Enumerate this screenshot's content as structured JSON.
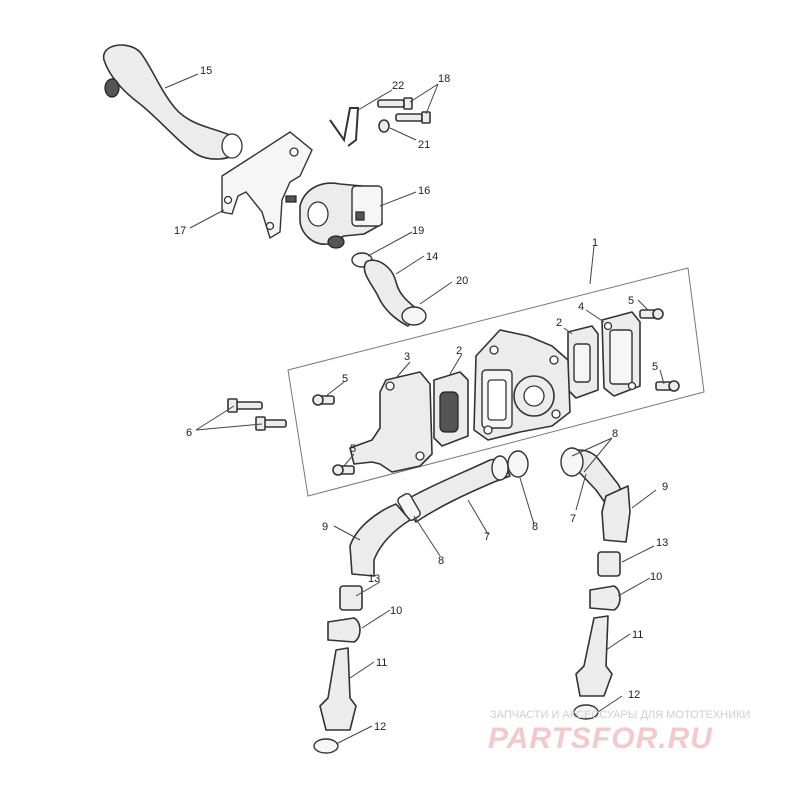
{
  "callouts": {
    "c1": "1",
    "c2a": "2",
    "c2b": "2",
    "c3": "3",
    "c4": "4",
    "c5a": "5",
    "c5b": "5",
    "c5c": "5",
    "c5d": "5",
    "c6": "6",
    "c7a": "7",
    "c7b": "7",
    "c8a": "8",
    "c8b": "8",
    "c8c": "8",
    "c9a": "9",
    "c9b": "9",
    "c10a": "10",
    "c10b": "10",
    "c11a": "11",
    "c11b": "11",
    "c12a": "12",
    "c12b": "12",
    "c13a": "13",
    "c13b": "13",
    "c14": "14",
    "c15": "15",
    "c16": "16",
    "c17": "17",
    "c18": "18",
    "c19": "19",
    "c20": "20",
    "c21": "21",
    "c22": "22"
  },
  "watermark": {
    "caption": "ЗАПЧАСТИ И АКСЕССУАРЫ ДЛЯ МОТОТЕХНИКИ",
    "logo": "PARTSFOR.RU"
  }
}
